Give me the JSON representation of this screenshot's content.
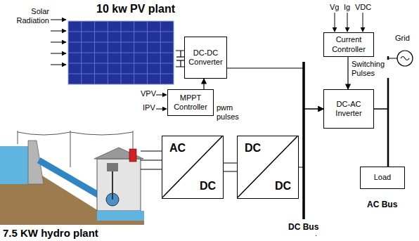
{
  "diagram": {
    "nodes": [
      {
        "text": [
          "10 kw PV plant"
        ]
      },
      {
        "text": [
          "DC-DC Converter"
        ]
      },
      {
        "text": [
          "Current Controller"
        ]
      },
      {
        "text": [
          "Grid"
        ]
      },
      {
        "text": [
          "MPPT Controller"
        ]
      },
      {
        "text": [
          "DC-AC Inverter"
        ]
      },
      {
        "text": [
          "AC",
          "DC"
        ]
      },
      {
        "text": [
          "DC",
          "DC"
        ]
      },
      {
        "text": [
          "Load"
        ]
      },
      {
        "text": [
          "7.5 KW hydro plant"
        ]
      }
    ],
    "edges": [
      {
        "from": 0,
        "to": 1,
        "arrow": "none"
      },
      {
        "from": 4,
        "to": 1,
        "label": "pwm pulses",
        "arrow": "to"
      },
      {
        "from": 1,
        "to": 5,
        "arrow": "to"
      },
      {
        "from": 2,
        "to": 5,
        "label": "Switching Pulses",
        "arrow": "to"
      },
      {
        "from": 5,
        "to": 3,
        "arrow": "none"
      },
      {
        "from": 5,
        "to": 8,
        "arrow": "none"
      },
      {
        "from": 9,
        "to": 6,
        "arrow": "none"
      },
      {
        "from": 6,
        "to": 7,
        "arrow": "none"
      },
      {
        "from": 7,
        "to": 5,
        "arrow": "to"
      }
    ],
    "labels": [
      "Solar Radiation",
      "VPV",
      "IPV",
      "Vg",
      "Ig",
      "VDC",
      "DC Bus",
      "AC Bus",
      "."
    ]
  }
}
